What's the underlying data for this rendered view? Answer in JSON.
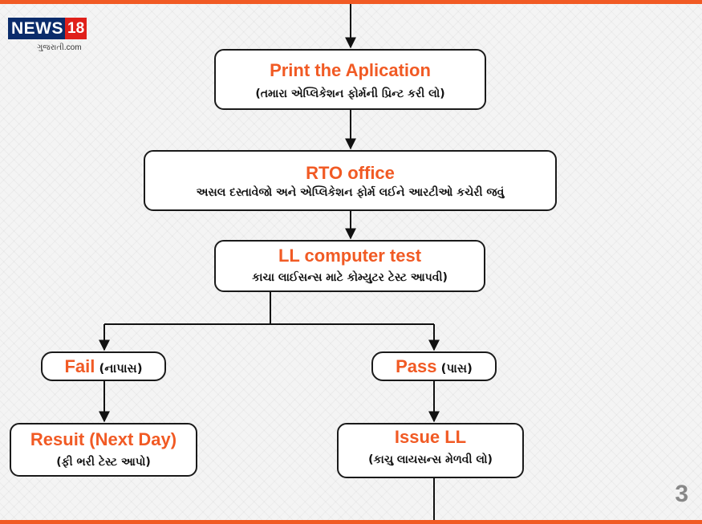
{
  "brand": {
    "logo_text": "NEWS",
    "logo_number": "18",
    "logo_sub": "ગુજરાતી.com"
  },
  "colors": {
    "accent": "#f15a24",
    "brand_blue": "#0b2c6b",
    "brand_red": "#e0201a"
  },
  "flow": {
    "print": {
      "title": "Print  the Aplication",
      "sub": "(તમારા એપ્લિકેશન ફોર્મની પ્રિન્ટ કરી લો)"
    },
    "rto": {
      "title": "RTO office",
      "sub": "અસલ દસ્તાવેજો અને એપ્લિકેશન ફોર્મ લઈને આરટીઓ કચેરી જવું"
    },
    "test": {
      "title": "LL computer test",
      "sub": "કાચા લાઈસન્સ માટે કોમ્યુટર ટેસ્ટ આપવી)"
    },
    "fail": {
      "title": "Fail",
      "sub": "(નાપાસ)"
    },
    "pass": {
      "title": "Pass",
      "sub": "(પાસ)"
    },
    "result": {
      "title": "Resuit (Next Day)",
      "sub": "(ફી ભરી ટેસ્ટ આપો)"
    },
    "issue": {
      "title": "Issue LL",
      "sub": "(કાચુ લાયસન્સ મેળવી લો)"
    }
  },
  "page_number": "3"
}
